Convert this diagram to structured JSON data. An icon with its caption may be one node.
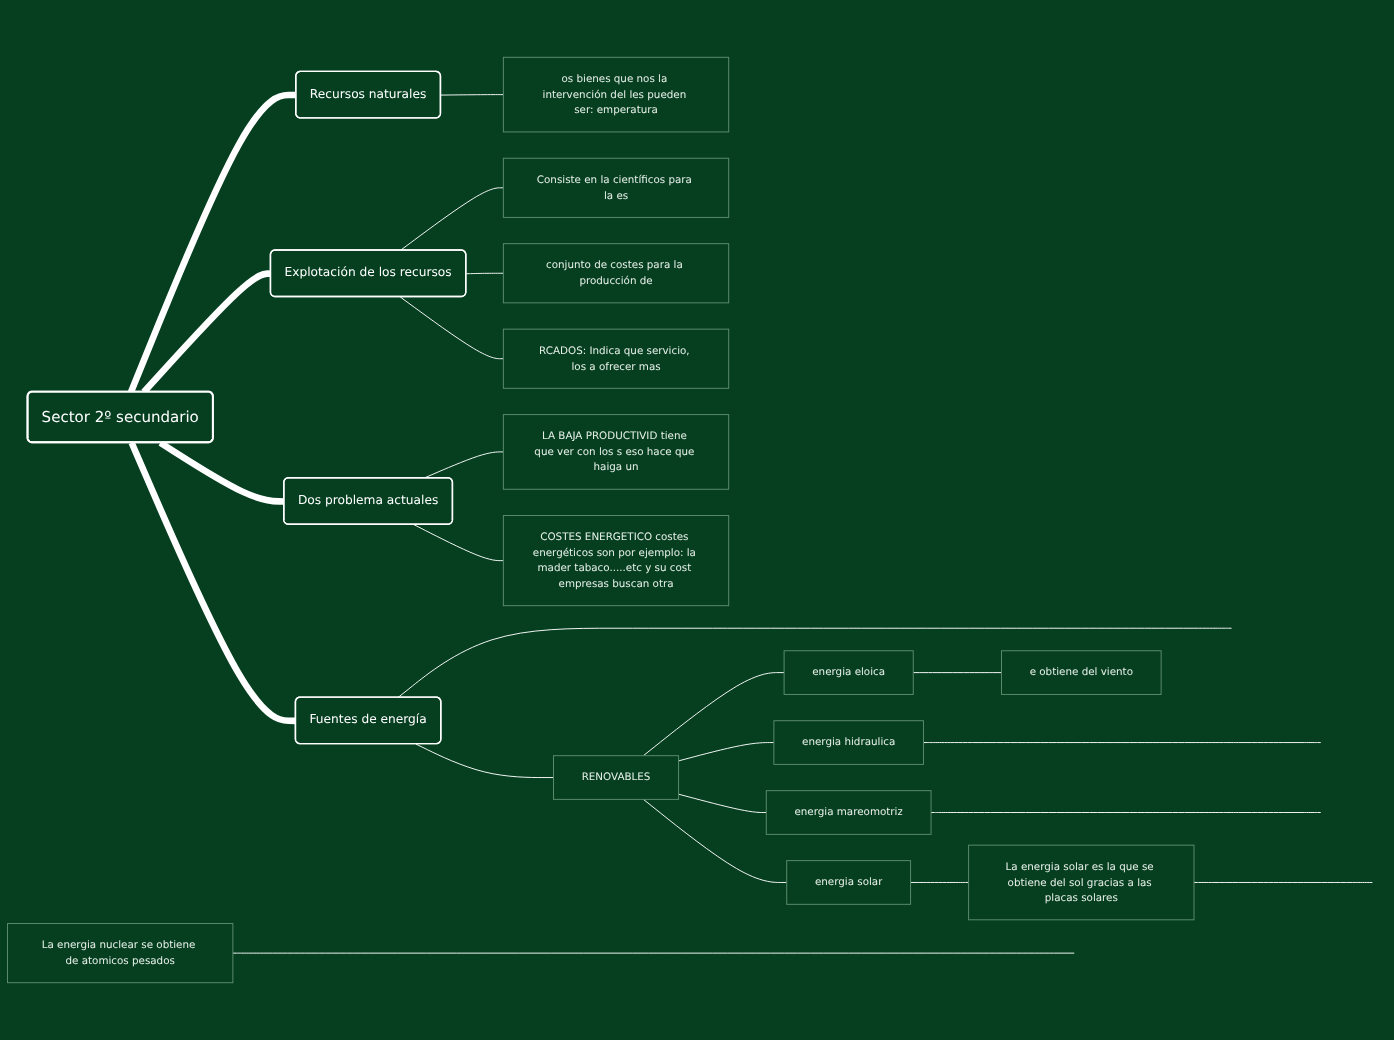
{
  "diagram": {
    "nodes": [
      {
        "text": [
          "Sector 2º secundario"
        ]
      },
      {
        "text": [
          "Recursos naturales"
        ]
      },
      {
        "text": [
          "os bienes que nos la intervención del les pueden ser: emperatura"
        ]
      },
      {
        "text": [
          "Explotación de los recursos"
        ]
      },
      {
        "text": [
          "Consiste en la científicos para la es"
        ]
      },
      {
        "text": [
          "conjunto de costes para la producción de"
        ]
      },
      {
        "text": [
          "RCADOS: Indica que servicio, los a ofrecer mas"
        ]
      },
      {
        "text": [
          "Dos problema actuales"
        ]
      },
      {
        "text": [
          "LA BAJA PRODUCTIVID tiene que ver con los s eso hace que haiga un"
        ]
      },
      {
        "text": [
          "COSTES ENERGETICO costes energéticos son por ejemplo: la mader tabaco.....etc y su cost empresas buscan otra"
        ]
      },
      {
        "text": [
          "Fuentes de energía"
        ]
      },
      {
        "text": [
          "RENOVABLES"
        ]
      },
      {
        "text": [
          "energia eloica"
        ]
      },
      {
        "text": [
          "e obtiene del viento"
        ]
      },
      {
        "text": [
          "energia hidraulica"
        ]
      },
      {
        "text": [
          "energia mareomotriz"
        ]
      },
      {
        "text": [
          "energia solar"
        ]
      },
      {
        "text": [
          "La energia solar es la que se obtiene del sol gracias a las placas solares"
        ]
      },
      {
        "text": [
          "La energia nuclear se obtiene de atomicos pesados"
        ]
      }
    ],
    "edges": [
      {
        "from": 0,
        "to": 1,
        "arrow": "none",
        "style": "thick"
      },
      {
        "from": 0,
        "to": 3,
        "arrow": "none",
        "style": "thick"
      },
      {
        "from": 0,
        "to": 7,
        "arrow": "none",
        "style": "thick"
      },
      {
        "from": 0,
        "to": 10,
        "arrow": "none",
        "style": "thick"
      },
      {
        "from": 1,
        "to": 2,
        "arrow": "none"
      },
      {
        "from": 3,
        "to": 4,
        "arrow": "none"
      },
      {
        "from": 3,
        "to": 5,
        "arrow": "none"
      },
      {
        "from": 3,
        "to": 6,
        "arrow": "none"
      },
      {
        "from": 7,
        "to": 8,
        "arrow": "none"
      },
      {
        "from": 7,
        "to": 9,
        "arrow": "none"
      },
      {
        "from": 10,
        "to": null,
        "arrow": "none"
      },
      {
        "from": 10,
        "to": 11,
        "arrow": "none"
      },
      {
        "from": 11,
        "to": 12,
        "arrow": "none"
      },
      {
        "from": 11,
        "to": 14,
        "arrow": "none"
      },
      {
        "from": 11,
        "to": 15,
        "arrow": "none"
      },
      {
        "from": 11,
        "to": 16,
        "arrow": "none"
      },
      {
        "from": 12,
        "to": 13,
        "arrow": "none"
      },
      {
        "from": 16,
        "to": 17,
        "arrow": "none"
      },
      {
        "from": 14,
        "to": null,
        "arrow": "none"
      },
      {
        "from": 15,
        "to": null,
        "arrow": "none"
      },
      {
        "from": 17,
        "to": null,
        "arrow": "none"
      },
      {
        "from": 18,
        "to": null,
        "arrow": "none"
      }
    ]
  }
}
